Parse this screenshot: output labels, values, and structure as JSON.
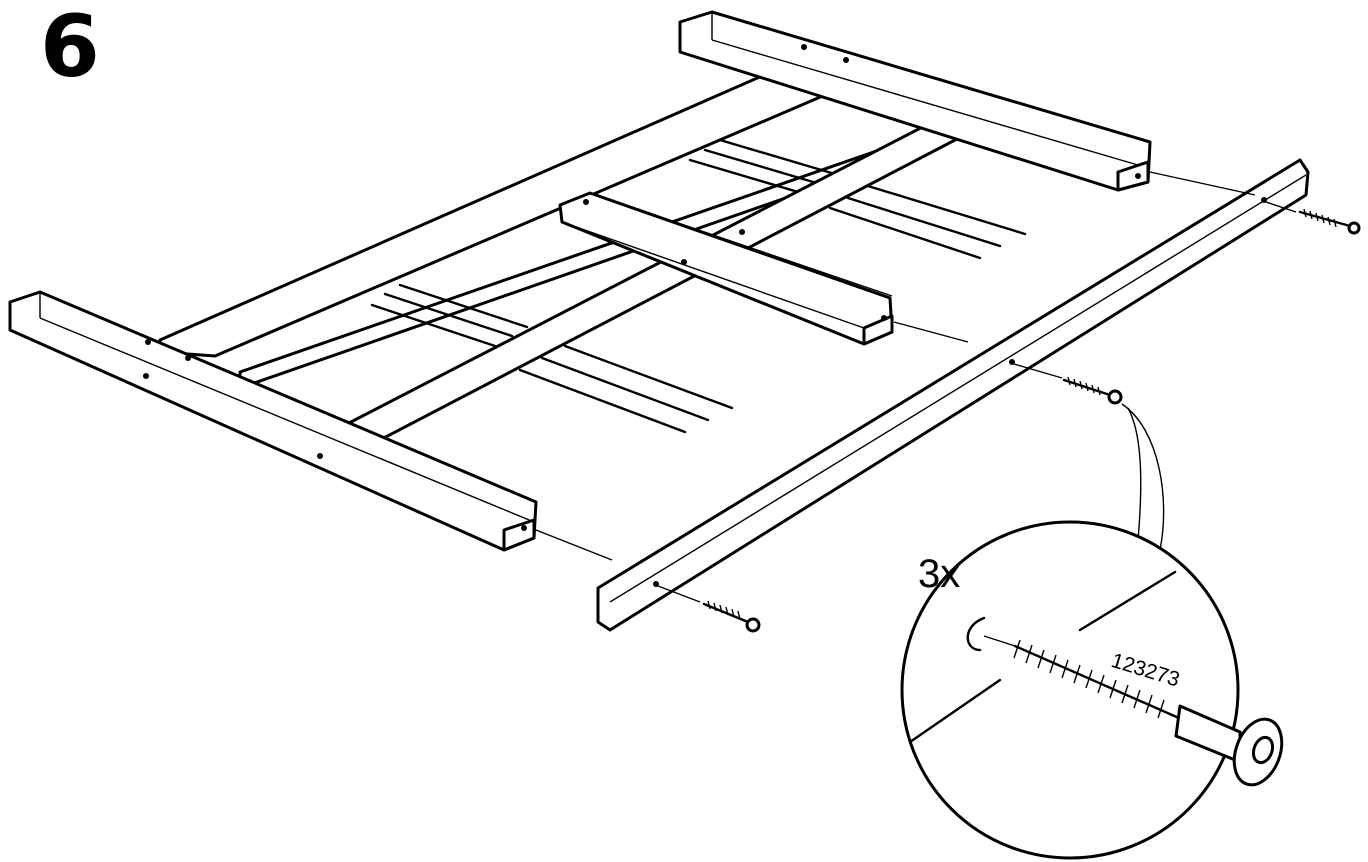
{
  "step": {
    "number": "6"
  },
  "callout": {
    "quantity": "3x",
    "part_number": "123273"
  },
  "icons": {
    "frame": "crib-base-frame-icon",
    "screw": "wood-screw-icon",
    "magnifier": "detail-magnifier-icon"
  }
}
